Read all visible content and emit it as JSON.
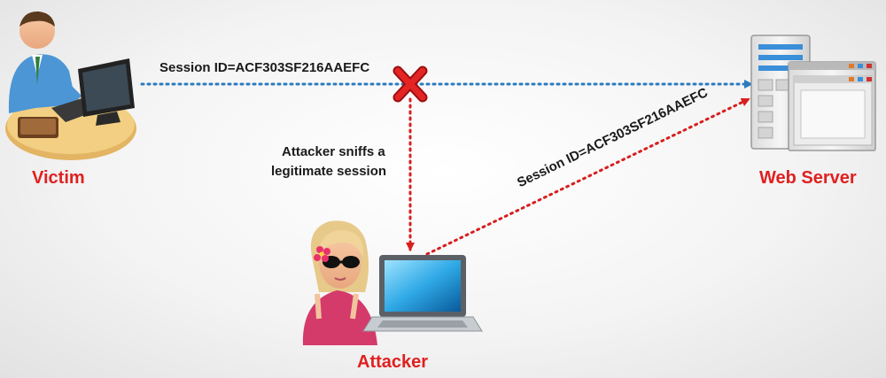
{
  "nodes": {
    "victim": "Victim",
    "server": "Web Server",
    "attacker": "Attacker"
  },
  "messages": {
    "session_top": "Session ID=ACF303SF216AAEFC",
    "session_diag": "Session ID=ACF303SF216AAEFC",
    "sniff_line1": "Attacker sniffs a",
    "sniff_line2": "legitimate session"
  },
  "icons": {
    "victim": "person-at-computer-icon",
    "server": "web-server-icon",
    "attacker": "attacker-with-laptop-icon",
    "intercept": "red-x-icon"
  },
  "colors": {
    "label_red": "#e02020",
    "blue_flow": "#2a7bbf",
    "red_flow": "#d81e1e",
    "text": "#1a1a1a"
  }
}
